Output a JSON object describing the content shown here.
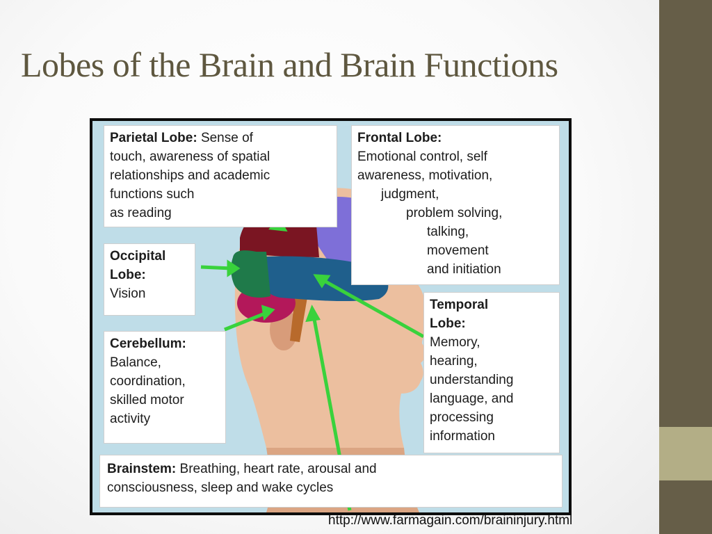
{
  "slide": {
    "title": "Lobes of the Brain and Brain Functions",
    "source_url": "http://www.farmagain.com/braininjury.html"
  },
  "diagram": {
    "parietal": {
      "name": "Parietal Lobe:",
      "desc1": "Sense of",
      "lines": [
        "touch, awareness of spatial",
        "relationships and academic",
        "functions such",
        "as reading"
      ]
    },
    "frontal": {
      "name": "Frontal Lobe:",
      "lines": [
        "Emotional control, self",
        "awareness, motivation,",
        "judgment,",
        "problem solving,",
        "talking,",
        "movement",
        "and initiation"
      ]
    },
    "occipital": {
      "name1": "Occipital",
      "name2": "Lobe:",
      "desc": "Vision"
    },
    "temporal": {
      "name1": "Temporal",
      "name2": "Lobe:",
      "lines": [
        "Memory,",
        "hearing,",
        "understanding",
        "language, and",
        "processing",
        "information"
      ]
    },
    "cerebellum": {
      "name": "Cerebellum:",
      "lines": [
        "Balance,",
        "coordination,",
        "skilled motor",
        "activity"
      ]
    },
    "brainstem": {
      "name": "Brainstem:",
      "desc1": "Breathing, heart rate, arousal and",
      "desc2": "consciousness, sleep and wake cycles"
    }
  },
  "colors": {
    "parietal": "#7a1522",
    "frontal": "#7e6fd8",
    "occipital": "#1f7a4a",
    "temporal": "#1f5f8c",
    "cerebellum": "#b3185a",
    "brainstem": "#b86a2c",
    "arrow": "#39d23c",
    "skin": "#e9b897",
    "side_band": "#665e48",
    "side_accent": "#b3ae86",
    "title": "#5e573f"
  }
}
